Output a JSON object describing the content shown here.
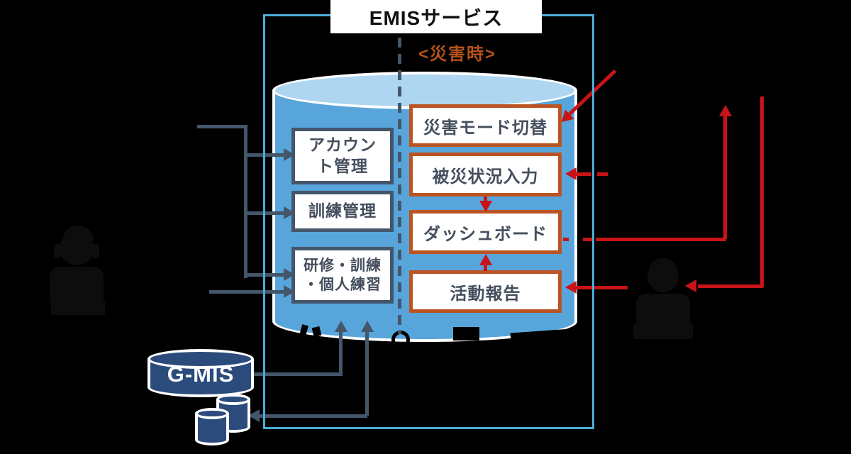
{
  "diagram": {
    "title": "EMISサービス",
    "phase_label": "<災害時>",
    "normal_boxes": [
      {
        "id": "account-management",
        "lines": [
          "アカウン",
          "ト管理"
        ]
      },
      {
        "id": "training-management",
        "lines": [
          "訓練管理"
        ]
      },
      {
        "id": "drill-practice",
        "lines": [
          "研修・訓練",
          "・個人練習"
        ]
      }
    ],
    "disaster_boxes": [
      {
        "id": "disaster-mode-switch",
        "lines": [
          "災害モード切替"
        ]
      },
      {
        "id": "damage-status-input",
        "lines": [
          "被災状況入力"
        ]
      },
      {
        "id": "dashboard",
        "lines": [
          "ダッシュボード"
        ]
      },
      {
        "id": "activity-report",
        "lines": [
          "活動報告"
        ]
      }
    ],
    "gmis_label": "G-MIS",
    "icons": {
      "left_person": "person-silhouette-icon",
      "right_person": "person-silhouette-icon",
      "gmis_cylinder": "database-cylinder-icon",
      "gmis_small_cylinders": "database-cylinders-icon"
    },
    "colors": {
      "frame-blue": "#4dacd6",
      "cylinder-blue": "#58a5dc",
      "cylinder-top": "#aed6f1",
      "slate": "#44566a",
      "box-text": "#454e5d",
      "orange": "#bb5422",
      "orange-text": "#b5521c",
      "red": "#c81418",
      "navy": "#2b4b7c",
      "silhouette": "#0d0d0d",
      "title-text": "#111111"
    }
  }
}
